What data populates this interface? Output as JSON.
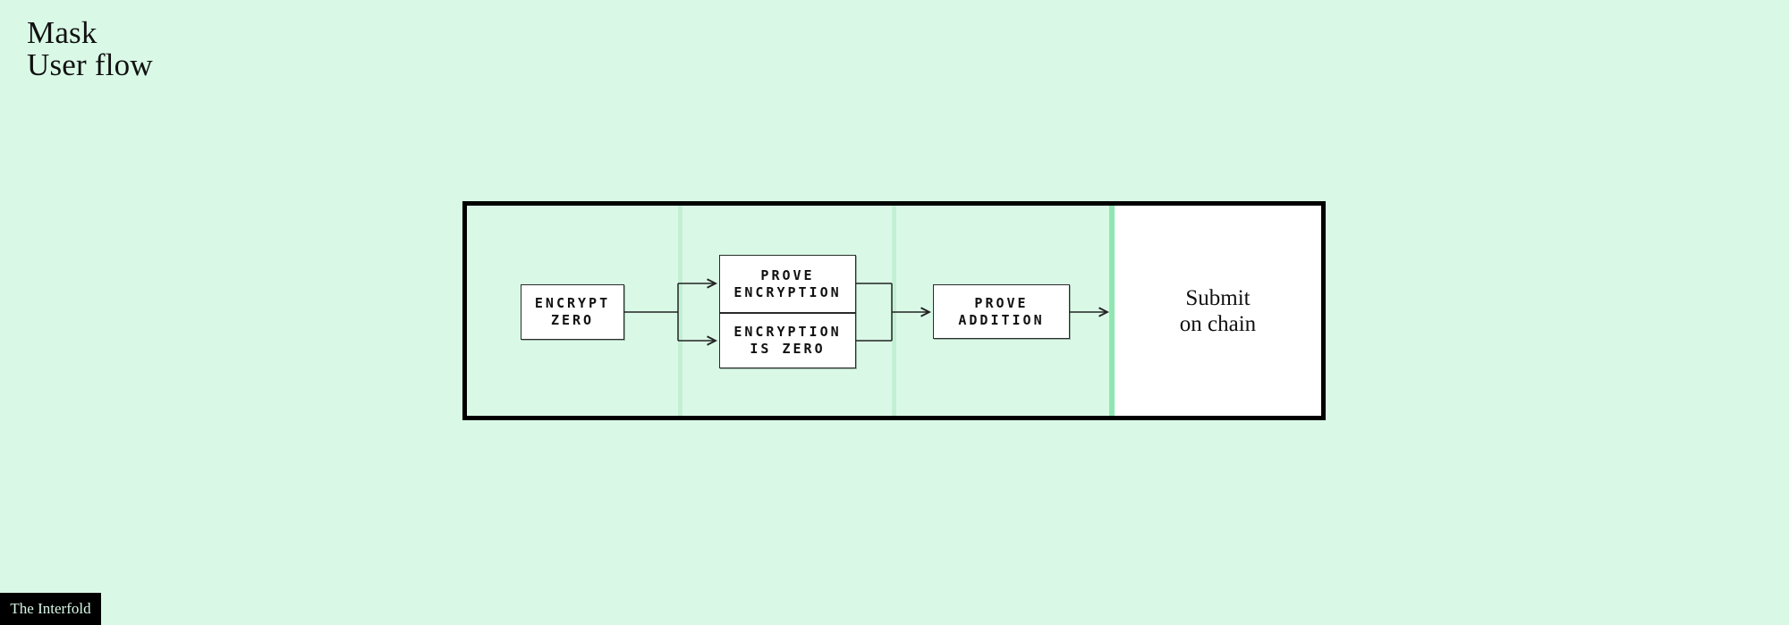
{
  "colors": {
    "background": "#d9f9e6",
    "frame_border": "#000000",
    "lane_divider": "#c3f0d5",
    "accent_divider": "#8fe6b1",
    "panel_white": "#ffffff",
    "line": "#222222",
    "text": "#111111",
    "badge_bg": "#000000",
    "badge_text": "#d9f9e6"
  },
  "header": {
    "title_line1": "Mask",
    "title_line2": "User flow"
  },
  "diagram": {
    "nodes": [
      {
        "id": "encrypt-zero",
        "label": "ENCRYPT\nZERO"
      },
      {
        "id": "prove-encryption",
        "label": "PROVE\nENCRYPTION"
      },
      {
        "id": "encryption-is-zero",
        "label": "ENCRYPTION\nIS ZERO"
      },
      {
        "id": "prove-addition",
        "label": "PROVE\nADDITION"
      },
      {
        "id": "submit-on-chain",
        "label": "Submit\non chain"
      }
    ],
    "edges": [
      {
        "from": "encrypt-zero",
        "to": "prove-encryption"
      },
      {
        "from": "encrypt-zero",
        "to": "encryption-is-zero"
      },
      {
        "from": "prove-encryption",
        "to": "prove-addition"
      },
      {
        "from": "encryption-is-zero",
        "to": "prove-addition"
      },
      {
        "from": "prove-addition",
        "to": "submit-on-chain"
      }
    ]
  },
  "footer": {
    "badge": "The Interfold"
  }
}
